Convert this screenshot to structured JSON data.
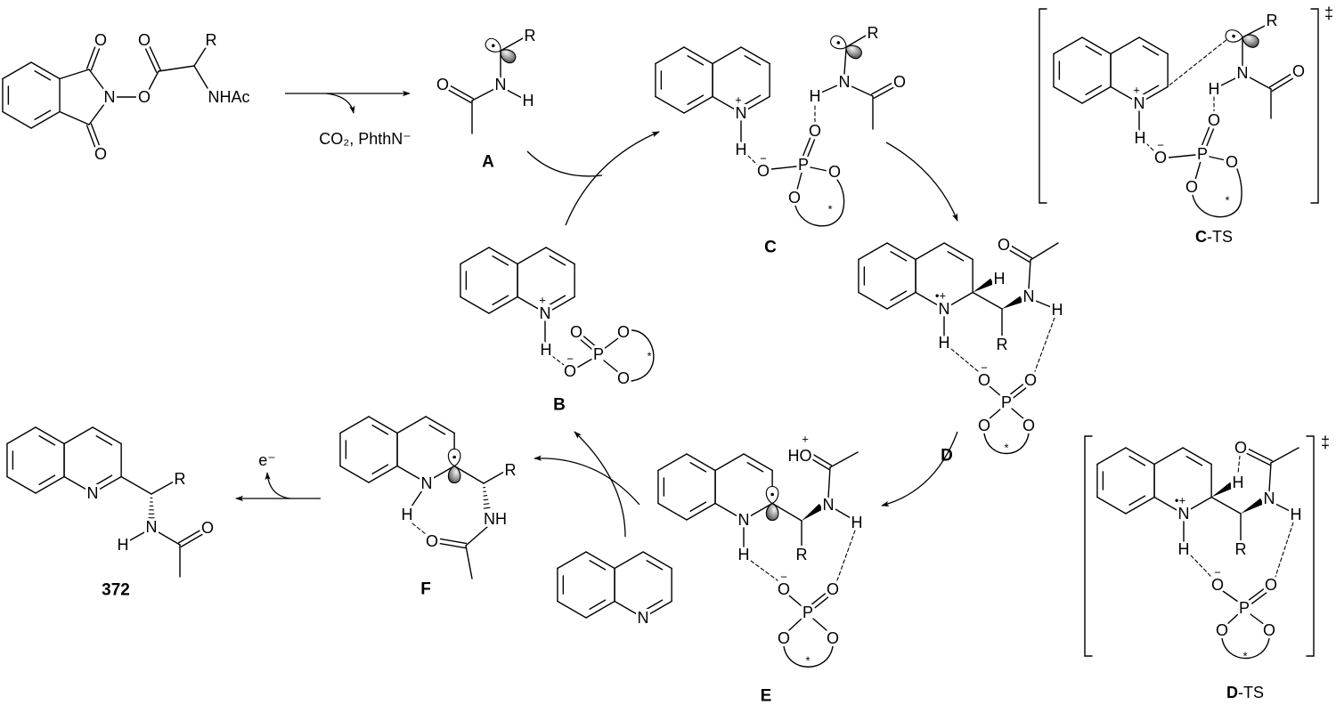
{
  "atoms": {
    "O": "O",
    "N": "N",
    "H": "H",
    "P": "P",
    "R": "R",
    "NH": "NH",
    "NHAc": "NHAc",
    "HO": "HO",
    "star": "*",
    "plus": "+",
    "minus": "−",
    "radical_cation": "•+",
    "ts_symbol": "‡"
  },
  "reagents": {
    "byproduct": "CO₂, PhthN⁻",
    "electron": "e⁻"
  },
  "labels": {
    "A": "A",
    "B": "B",
    "C": "C",
    "D": "D",
    "E": "E",
    "F": "F",
    "product": "372",
    "C_TS": {
      "bold": "C",
      "suffix": "-TS"
    },
    "D_TS": {
      "bold": "D",
      "suffix": "-TS"
    }
  }
}
